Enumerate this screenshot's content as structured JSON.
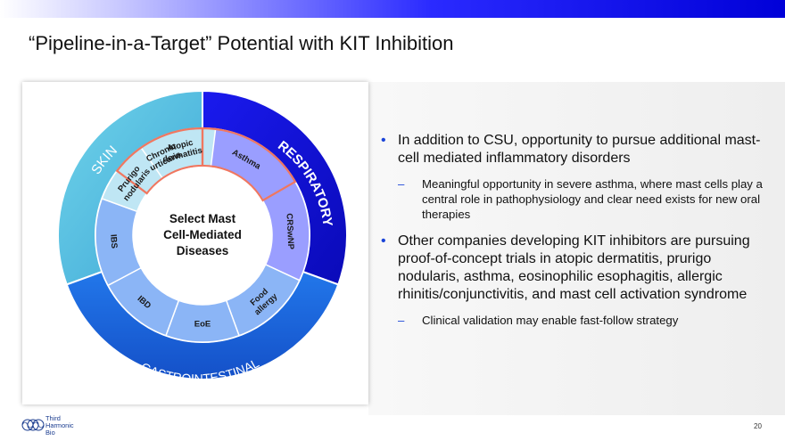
{
  "slide": {
    "title": "“Pipeline-in-a-Target” Potential with KIT Inhibition",
    "page_number": "20"
  },
  "diagram": {
    "center_lines": [
      "Select Mast",
      "Cell-Mediated",
      "Diseases"
    ],
    "outer_ring": [
      {
        "label": "SKIN",
        "color": "#4ab6dc"
      },
      {
        "label": "RESPIRATORY",
        "color": "#1111dd"
      },
      {
        "label": "GASTROINTESTINAL",
        "color": "#1a64e0"
      }
    ],
    "inner_ring": [
      {
        "label": [
          "Chronic",
          "urticaria"
        ],
        "group": "SKIN",
        "highlighted": true
      },
      {
        "label": [
          "Asthma"
        ],
        "group": "RESPIRATORY",
        "highlighted": true
      },
      {
        "label": [
          "CRSwNP"
        ],
        "group": "RESPIRATORY",
        "highlighted": false
      },
      {
        "label": [
          "Food",
          "allergy"
        ],
        "group": "GASTROINTESTINAL",
        "highlighted": false
      },
      {
        "label": [
          "EoE"
        ],
        "group": "GASTROINTESTINAL",
        "highlighted": false
      },
      {
        "label": [
          "IBD"
        ],
        "group": "GASTROINTESTINAL",
        "highlighted": false
      },
      {
        "label": [
          "IBS"
        ],
        "group": "GASTROINTESTINAL",
        "highlighted": false
      },
      {
        "label": [
          "Prurigo",
          "nodularis"
        ],
        "group": "SKIN",
        "highlighted": false
      },
      {
        "label": [
          "Atopic",
          "dermatitis"
        ],
        "group": "SKIN",
        "highlighted": false
      }
    ],
    "highlight_color": "#f07760"
  },
  "bullets": [
    {
      "text": "In addition to CSU, opportunity to pursue additional mast-cell mediated inflammatory disorders",
      "subs": [
        "Meaningful opportunity in severe asthma, where mast cells play a central role in pathophysiology and clear need exists for new oral therapies"
      ]
    },
    {
      "text": "Other companies developing KIT inhibitors are pursuing proof-of-concept trials in atopic dermatitis, prurigo nodularis, asthma, eosinophilic esophagitis, allergic rhinitis/conjunctivitis, and mast cell activation syndrome",
      "subs": [
        "Clinical validation may enable fast-follow strategy"
      ]
    }
  ],
  "logo": {
    "lines": [
      "Third",
      "Harmonic",
      "Bio"
    ]
  },
  "symbols": {
    "bullet": "•",
    "dash": "–"
  }
}
